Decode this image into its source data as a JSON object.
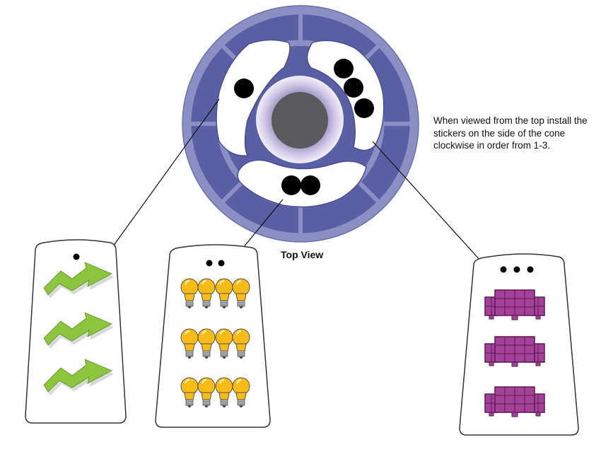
{
  "instructions": "When viewed from the top install the stickers on the side of the cone clockwise in order from 1-3.",
  "top_view_label": "Top View",
  "colors": {
    "disc_outer": "#8b8fc4",
    "disc_ring": "#5a5ea3",
    "disc_inner_light": "#eae6f4",
    "hub_dark": "#5a5a5e",
    "dot": "#000000",
    "bolt_green": "#8cc63f",
    "bulb_yellow": "#f7bb17",
    "panel_purple": "#a6419a"
  },
  "stickers": [
    {
      "id": 1,
      "dots": 1,
      "icon": "lightning-bolt-icon",
      "rows": 3,
      "per_row": 1
    },
    {
      "id": 2,
      "dots": 2,
      "icon": "light-bulb-icon",
      "rows": 3,
      "per_row": 4
    },
    {
      "id": 3,
      "dots": 3,
      "icon": "solar-panel-icon",
      "rows": 3,
      "per_row": 1
    }
  ]
}
